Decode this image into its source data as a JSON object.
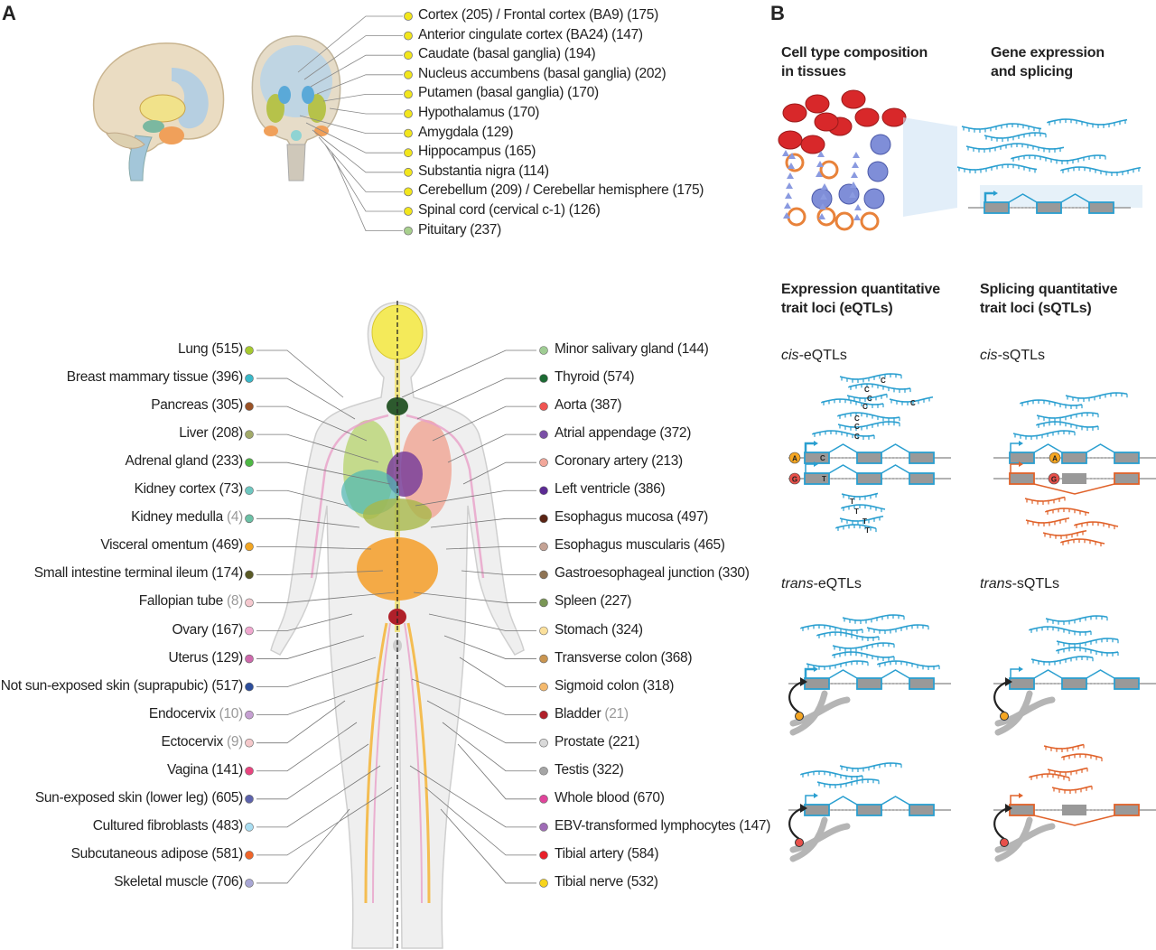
{
  "panels": {
    "a": "A",
    "b": "B"
  },
  "brain_regions": [
    {
      "name": "Cortex (205) / Frontal cortex (BA9) (175)",
      "color": "#f2e61c"
    },
    {
      "name": "Anterior cingulate cortex (BA24) (147)",
      "color": "#f2e61c"
    },
    {
      "name": "Caudate (basal ganglia) (194)",
      "color": "#f2e61c"
    },
    {
      "name": "Nucleus accumbens (basal ganglia) (202)",
      "color": "#f2e61c"
    },
    {
      "name": "Putamen (basal ganglia) (170)",
      "color": "#f2e61c"
    },
    {
      "name": "Hypothalamus (170)",
      "color": "#f2e61c"
    },
    {
      "name": "Amygdala (129)",
      "color": "#f2e61c"
    },
    {
      "name": "Hippocampus (165)",
      "color": "#f2e61c"
    },
    {
      "name": "Substantia nigra (114)",
      "color": "#f2e61c"
    },
    {
      "name": "Cerebellum (209) / Cerebellar hemisphere (175)",
      "color": "#f2e61c"
    },
    {
      "name": "Spinal cord (cervical c-1) (126)",
      "color": "#f2e61c"
    },
    {
      "name": "Pituitary (237)",
      "color": "#a8d08d"
    }
  ],
  "left_tissues": [
    {
      "name": "Lung",
      "count": "(515)",
      "color": "#a6c92f"
    },
    {
      "name": "Breast mammary tissue",
      "count": "(396)",
      "color": "#3ab9c9"
    },
    {
      "name": "Pancreas",
      "count": "(305)",
      "color": "#9a5226"
    },
    {
      "name": "Liver",
      "count": "(208)",
      "color": "#a3ab6a"
    },
    {
      "name": "Adrenal gland",
      "count": "(233)",
      "color": "#4fb845"
    },
    {
      "name": "Kidney cortex",
      "count": "(73)",
      "color": "#6ec7c0"
    },
    {
      "name": "Kidney medulla",
      "count": "(4)",
      "color": "#6cc1a6",
      "low": true
    },
    {
      "name": "Visceral omentum",
      "count": "(469)",
      "color": "#f2a623"
    },
    {
      "name": "Small intestine terminal ileum",
      "count": "(174)",
      "color": "#5a5a26"
    },
    {
      "name": "Fallopian tube",
      "count": "(8)",
      "color": "#f5c9cf",
      "low": true
    },
    {
      "name": "Ovary",
      "count": "(167)",
      "color": "#f0a8cf"
    },
    {
      "name": "Uterus",
      "count": "(129)",
      "color": "#cf6aad"
    },
    {
      "name": "Not sun-exposed skin (suprapubic)",
      "count": "(517)",
      "color": "#2d4e9b"
    },
    {
      "name": "Endocervix",
      "count": "(10)",
      "color": "#c6a0d2",
      "low": true
    },
    {
      "name": "Ectocervix",
      "count": "(9)",
      "color": "#f5c9cb",
      "low": true
    },
    {
      "name": "Vagina",
      "count": "(141)",
      "color": "#e8467f"
    },
    {
      "name": "Sun-exposed skin (lower leg)",
      "count": "(605)",
      "color": "#5d63ad"
    },
    {
      "name": "Cultured fibroblasts",
      "count": "(483)",
      "color": "#a9def2"
    },
    {
      "name": "Subcutaneous adipose",
      "count": "(581)",
      "color": "#f0652a"
    },
    {
      "name": "Skeletal muscle",
      "count": "(706)",
      "color": "#a9a7d5"
    }
  ],
  "right_tissues": [
    {
      "name": "Minor salivary gland",
      "count": "(144)",
      "color": "#9fcc93"
    },
    {
      "name": "Thyroid",
      "count": "(574)",
      "color": "#1c6a33"
    },
    {
      "name": "Aorta",
      "count": "(387)",
      "color": "#ef5452"
    },
    {
      "name": "Atrial appendage",
      "count": "(372)",
      "color": "#7a4fa6"
    },
    {
      "name": "Coronary artery",
      "count": "(213)",
      "color": "#f2a79a"
    },
    {
      "name": "Left ventricle",
      "count": "(386)",
      "color": "#5c2b93"
    },
    {
      "name": "Esophagus mucosa",
      "count": "(497)",
      "color": "#5a2313"
    },
    {
      "name": "Esophagus muscularis",
      "count": "(465)",
      "color": "#c4a294"
    },
    {
      "name": "Gastroesophageal junction",
      "count": "(330)",
      "color": "#8e7353"
    },
    {
      "name": "Spleen",
      "count": "(227)",
      "color": "#7a9655"
    },
    {
      "name": "Stomach",
      "count": "(324)",
      "color": "#fbe09c"
    },
    {
      "name": "Transverse colon",
      "count": "(368)",
      "color": "#c99550"
    },
    {
      "name": "Sigmoid colon",
      "count": "(318)",
      "color": "#f4b96d"
    },
    {
      "name": "Bladder",
      "count": "(21)",
      "color": "#b0202a",
      "low": true
    },
    {
      "name": "Prostate",
      "count": "(221)",
      "color": "#d9d9d9"
    },
    {
      "name": "Testis",
      "count": "(322)",
      "color": "#a5a5a5"
    },
    {
      "name": "Whole blood",
      "count": "(670)",
      "color": "#e0449b"
    },
    {
      "name": "EBV-transformed lymphocytes",
      "count": "(147)",
      "color": "#9f6cb6"
    },
    {
      "name": "Tibial artery",
      "count": "(584)",
      "color": "#e8202a"
    },
    {
      "name": "Tibial nerve",
      "count": "(532)",
      "color": "#f7d41c"
    }
  ],
  "panel_b": {
    "cell_type": "Cell type composition\nin tissues",
    "gene_expr": "Gene expression\nand splicing",
    "eqtl_head": "Expression quantitative\ntrait loci (eQTLs)",
    "sqtl_head": "Splicing quantitative\ntrait loci (sQTLs)",
    "cis_eqtl": {
      "prefix": "cis",
      "suffix": "-eQTLs"
    },
    "cis_sqtl": {
      "prefix": "cis",
      "suffix": "-sQTLs"
    },
    "trans_eqtl": {
      "prefix": "trans",
      "suffix": "-eQTLs"
    },
    "trans_sqtl": {
      "prefix": "trans",
      "suffix": "-sQTLs"
    },
    "alleles": {
      "a": "A",
      "g": "G",
      "c": "C",
      "t": "T"
    }
  },
  "colors": {
    "read_blue": "#2a9fd0",
    "spliced_orange": "#e0622a",
    "exon_gray": "#999999",
    "allele_a": "#f5a623",
    "allele_g": "#e8504a"
  }
}
